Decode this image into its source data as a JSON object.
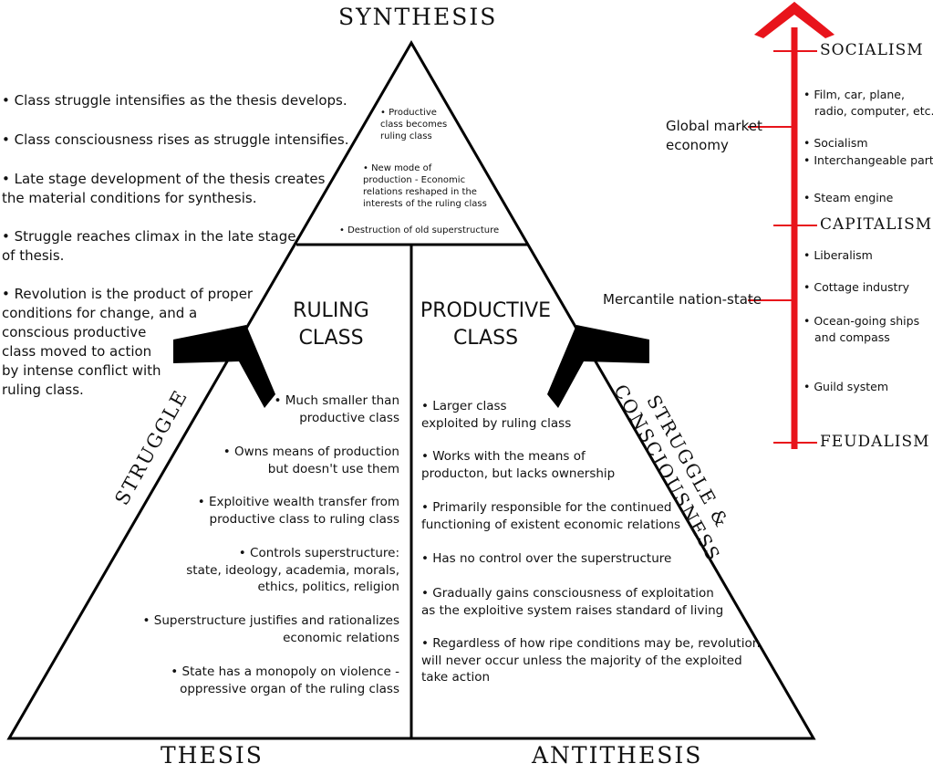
{
  "corners": {
    "top": "SYNTHESIS",
    "bottom_left": "THESIS",
    "bottom_right": "ANTITHESIS"
  },
  "left_notes": [
    [
      "• Class struggle intensifies as the thesis develops."
    ],
    [
      "• Class consciousness rises as struggle intensifies."
    ],
    [
      "• Late stage development of the thesis creates",
      "the material conditions for synthesis."
    ],
    [
      "• Struggle reaches climax in the late stage",
      "of thesis."
    ],
    [
      "• Revolution is the product of proper",
      "conditions for change, and a",
      "conscious productive",
      "class moved to action",
      "by intense conflict with",
      "ruling class."
    ]
  ],
  "apex": [
    [
      "• Productive",
      "class becomes",
      "ruling class"
    ],
    [
      "• New mode of",
      "production - Economic",
      "relations reshaped in the",
      "interests of the ruling class"
    ],
    [
      "• Destruction of old superstructure"
    ]
  ],
  "ruling": {
    "heading": [
      "RULING",
      "CLASS"
    ],
    "items": [
      [
        "• Much smaller than",
        "productive class"
      ],
      [
        "• Owns means of production",
        "but doesn't use them"
      ],
      [
        "• Exploitive wealth transfer from",
        "productive class to ruling class"
      ],
      [
        "• Controls superstructure:",
        "state, ideology, academia, morals,",
        "ethics, politics, religion"
      ],
      [
        "• Superstructure justifies and rationalizes",
        "economic relations"
      ],
      [
        "• State has a monopoly on violence -",
        "oppressive organ of the ruling class"
      ]
    ]
  },
  "productive": {
    "heading": [
      "PRODUCTIVE",
      "CLASS"
    ],
    "items": [
      [
        "• Larger class",
        "exploited by ruling class"
      ],
      [
        "• Works with the means of",
        "producton, but lacks ownership"
      ],
      [
        "• Primarily responsible for the continued",
        "functioning of existent economic relations"
      ],
      [
        "• Has no control over the superstructure"
      ],
      [
        "• Gradually gains consciousness of exploitation",
        "as the exploitive system raises standard of living"
      ],
      [
        "• Regardless of how ripe conditions may be, revolution",
        "will never occur unless the majority of the exploited",
        "take action"
      ]
    ]
  },
  "sides": {
    "left": "STRUGGLE",
    "right": [
      "STRUGGLE &",
      "CONSCIOUSNESS"
    ]
  },
  "timeline": {
    "color": "#e8141b",
    "stages": [
      "SOCIALISM",
      "CAPITALISM",
      "FEUDALISM"
    ],
    "items": [
      [
        "• Film, car, plane,",
        "radio, computer, etc."
      ],
      [
        "• Socialism"
      ],
      [
        "• Interchangeable parts"
      ],
      [
        "• Steam engine"
      ],
      [
        "• Liberalism"
      ],
      [
        "• Cottage industry"
      ],
      [
        "• Ocean-going ships",
        "and compass"
      ],
      [
        "• Guild system"
      ]
    ],
    "side_labels": [
      [
        "Global market",
        "economy"
      ],
      [
        "Mercantile nation-state"
      ]
    ]
  }
}
